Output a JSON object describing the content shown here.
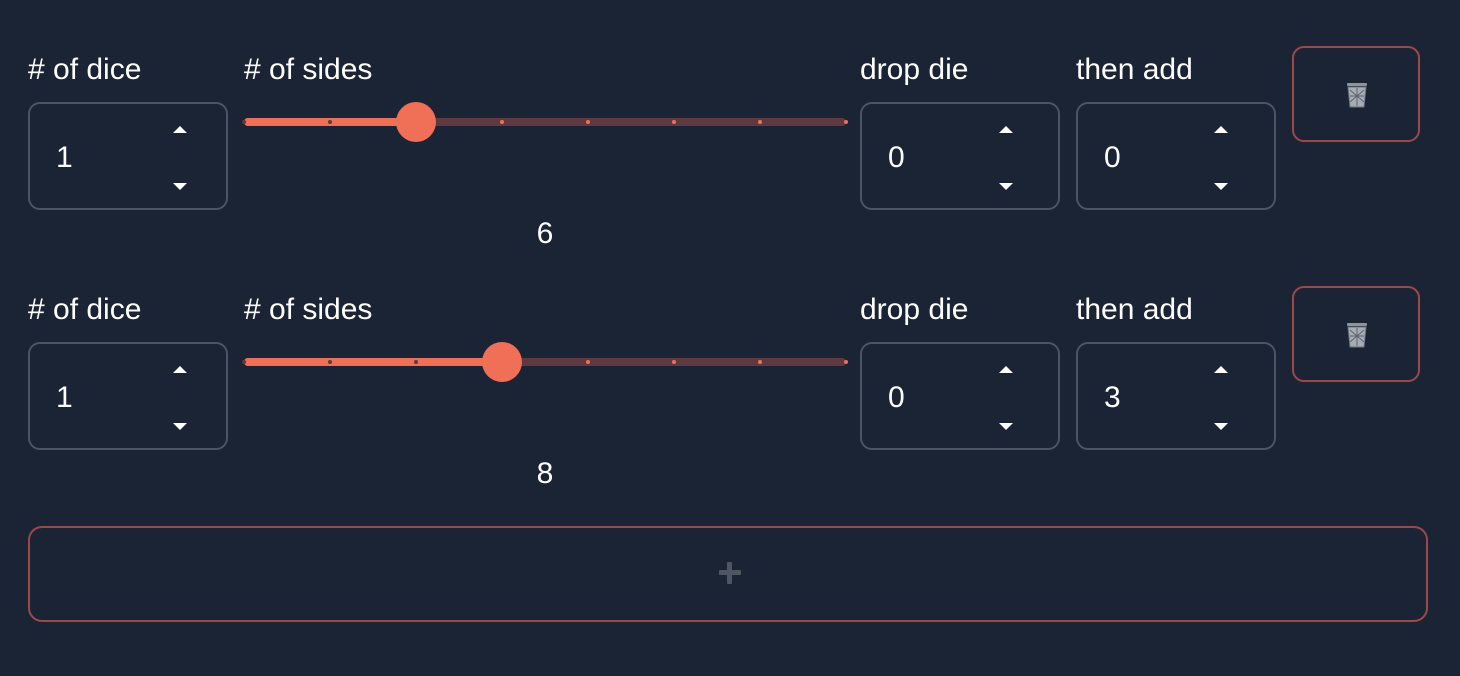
{
  "colors": {
    "background": "#1b2434",
    "accent": "#ef6f57",
    "rail": "#5e3a40",
    "field_border": "#4a5565",
    "danger_border": "#9a4a4b"
  },
  "rows": [
    {
      "dice_label": "# of dice",
      "dice_count": "1",
      "sides_label": "# of sides",
      "sides_value": "6",
      "sides_slider_fraction": 0.2857,
      "drop_label": "drop die",
      "drop_value": "0",
      "add_label": "then add",
      "add_value": "0",
      "delete_icon": "trash-icon"
    },
    {
      "dice_label": "# of dice",
      "dice_count": "1",
      "sides_label": "# of sides",
      "sides_value": "8",
      "sides_slider_fraction": 0.4286,
      "drop_label": "drop die",
      "drop_value": "0",
      "add_label": "then add",
      "add_value": "3",
      "delete_icon": "trash-icon"
    }
  ],
  "slider_marks": 8,
  "add_row_icon": "plus-icon"
}
